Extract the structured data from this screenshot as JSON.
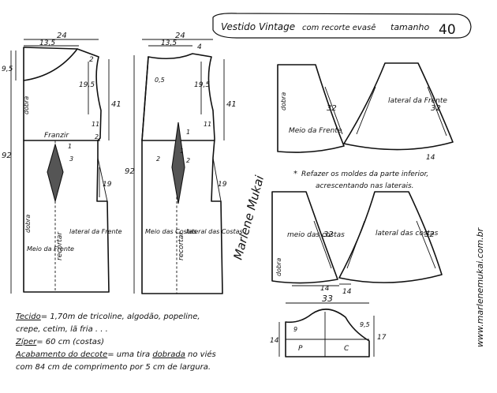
{
  "title": {
    "main": "Vestido Vintage",
    "sub": "com recorte evasê",
    "size_label": "tamanho",
    "size": "40"
  },
  "site_url": "www.marlenemukai.com.br",
  "signature": "Marlene Mukai",
  "front": {
    "width_top": "24",
    "neck_width": "13,5",
    "shoulder_drop": "2",
    "neck_depth": "9,5",
    "armhole_depth": "19,5",
    "waist_length": "41",
    "extra_side": "11",
    "extra_side2": "2",
    "dart_len": "19",
    "total_length": "92",
    "fold_label": "dobra",
    "gather_label": "Franzir",
    "dart_num1": "1",
    "dart_num2": "3",
    "piece_label1": "Meio da Frente",
    "piece_label2": "recortar",
    "piece_label3": "lateral da Frente"
  },
  "back": {
    "width_top": "24",
    "neck_width": "13,5",
    "shoulder_drop": "4",
    "neck_depth": "0,5",
    "armhole_depth": "19,5",
    "waist_length": "41",
    "extra_side": "11",
    "dart_len": "19",
    "total_length": "92",
    "dart_num1": "1",
    "dart_num2": "2",
    "dart_num3": "1",
    "dart_num4": "2",
    "piece_label1": "Meio das Costas",
    "piece_label2": "recortar",
    "piece_label3": "lateral das Costas"
  },
  "skirt_front": {
    "left_label": "Meio da Frente",
    "right_label": "lateral da Frente",
    "len_left": "32",
    "len_right": "32",
    "hem_extra": "14",
    "fold_label": "dobra"
  },
  "note": {
    "line1": "Refazer os moldes da parte inferior,",
    "line2": "acrescentando nas laterais."
  },
  "skirt_back": {
    "left_label": "meio das costas",
    "right_label": "lateral das costas",
    "len_left": "32",
    "len_right": "32",
    "hem_left": "14",
    "hem_right": "14",
    "fold_label": "dobra"
  },
  "pocket": {
    "width": "33",
    "h_left": "14",
    "h_right": "17",
    "inner_a": "9",
    "inner_b": "9,5",
    "label_left": "P",
    "label_right": "C"
  },
  "materials": {
    "fabric_label": "Tecido",
    "fabric_text": "= 1,70m de tricoline, algodão, popeline,",
    "fabric_text2": "crepe, cetim, lã fria . . .",
    "zipper_label": "Zíper",
    "zipper_text": "= 60 cm (costas)",
    "finish_label": "Acabamento do decote",
    "finish_text": "= uma tira",
    "finish_bold": "dobrada",
    "finish_text2": "no viés",
    "finish_text3": "com 84 cm de comprimento por 5 cm de largura."
  }
}
